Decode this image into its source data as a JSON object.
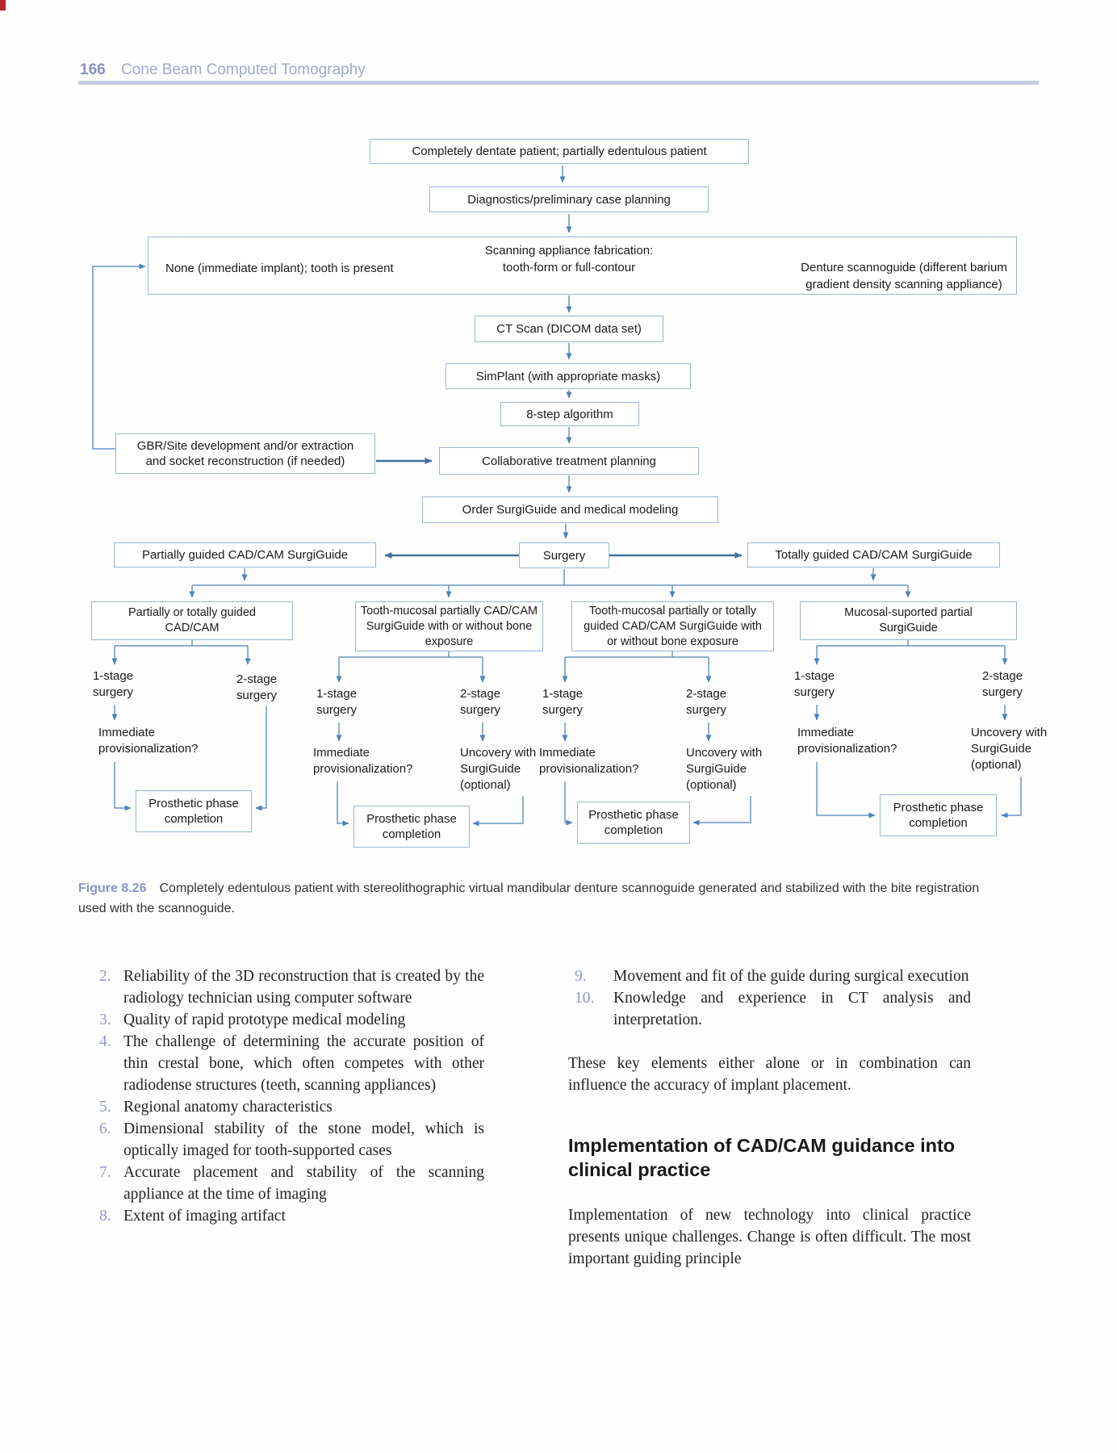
{
  "header": {
    "page_number": "166",
    "chapter_title": "Cone Beam Computed Tomography"
  },
  "figure": {
    "label": "Figure 8.26",
    "caption": "Completely edentulous patient with stereolithographic virtual mandibular denture scannoguide generated and stabilized with the bite registration used with the scannoguide."
  },
  "flowchart": {
    "dentate": "Completely dentate patient; partially edentulous patient",
    "diagnostics": "Diagnostics/preliminary case planning",
    "scanning_none": "None (immediate implant); tooth is present",
    "scanning_center": "Scanning appliance fabrication:\ntooth-form or full-contour",
    "scanning_denture": "Denture scannoguide (different barium\ngradient density scanning appliance)",
    "ctscan": "CT Scan (DICOM data set)",
    "simplant": "SimPlant (with appropriate masks)",
    "algorithm": "8-step algorithm",
    "gbr": "GBR/Site development and/or extraction\nand socket reconstruction (if needed)",
    "collab": "Collaborative treatment planning",
    "order": "Order SurgiGuide and medical modeling",
    "surgery": "Surgery",
    "partially": "Partially guided CAD/CAM SurgiGuide",
    "totally": "Totally guided CAD/CAM SurgiGuide",
    "branch_a": "Partially or totally guided\nCAD/CAM",
    "branch_b": "Tooth-mucosal partially CAD/CAM\nSurgiGuide with or without bone\nexposure",
    "branch_c": "Tooth-mucosal partially or totally\nguided CAD/CAM SurgiGuide with\nor without bone exposure",
    "branch_d": "Mucosal-suported partial\nSurgiGuide",
    "one_stage": "1-stage\nsurgery",
    "two_stage": "2-stage\nsurgery",
    "immediate": "Immediate\nprovisionalization?",
    "uncovery": "Uncovery with\nSurgiGuide\n(optional)",
    "prosthetic": "Prosthetic phase\ncompletion"
  },
  "body": {
    "left_items": [
      {
        "num": "2.",
        "text": "Reliability of the 3D reconstruction that is created by the radiology technician using computer software"
      },
      {
        "num": "3.",
        "text": "Quality of rapid prototype medical modeling"
      },
      {
        "num": "4.",
        "text": "The challenge of determining the accurate position of thin crestal bone, which often competes with other radiodense structures (teeth, scanning appliances)"
      },
      {
        "num": "5.",
        "text": "Regional anatomy characteristics"
      },
      {
        "num": "6.",
        "text": "Dimensional stability of the stone model, which is optically imaged for tooth-supported cases"
      },
      {
        "num": "7.",
        "text": "Accurate placement and stability of the scanning appliance at the time of imaging"
      },
      {
        "num": "8.",
        "text": "Extent of imaging artifact"
      }
    ],
    "right_items": [
      {
        "num": "9.",
        "text": "Movement and fit of the guide during surgical execution"
      },
      {
        "num": "10.",
        "text": "Knowledge and experience in CT analysis and interpretation."
      }
    ],
    "paragraph1": "These key elements either alone or in combination can influence the accuracy of implant placement.",
    "heading": "Implementation of CAD/CAM guidance into clinical practice",
    "paragraph2": "Implementation of new technology into clinical practice presents unique challenges. Change is often difficult. The most important guiding principle"
  },
  "colors": {
    "accent_periwinkle": "#9398c6",
    "header_lavender": "#a3a8cd",
    "rule": "#c9cbe3",
    "box_border": "#9bb6d4",
    "arrow": "#4f81bd",
    "corner_mark_red": "#b5282c"
  }
}
